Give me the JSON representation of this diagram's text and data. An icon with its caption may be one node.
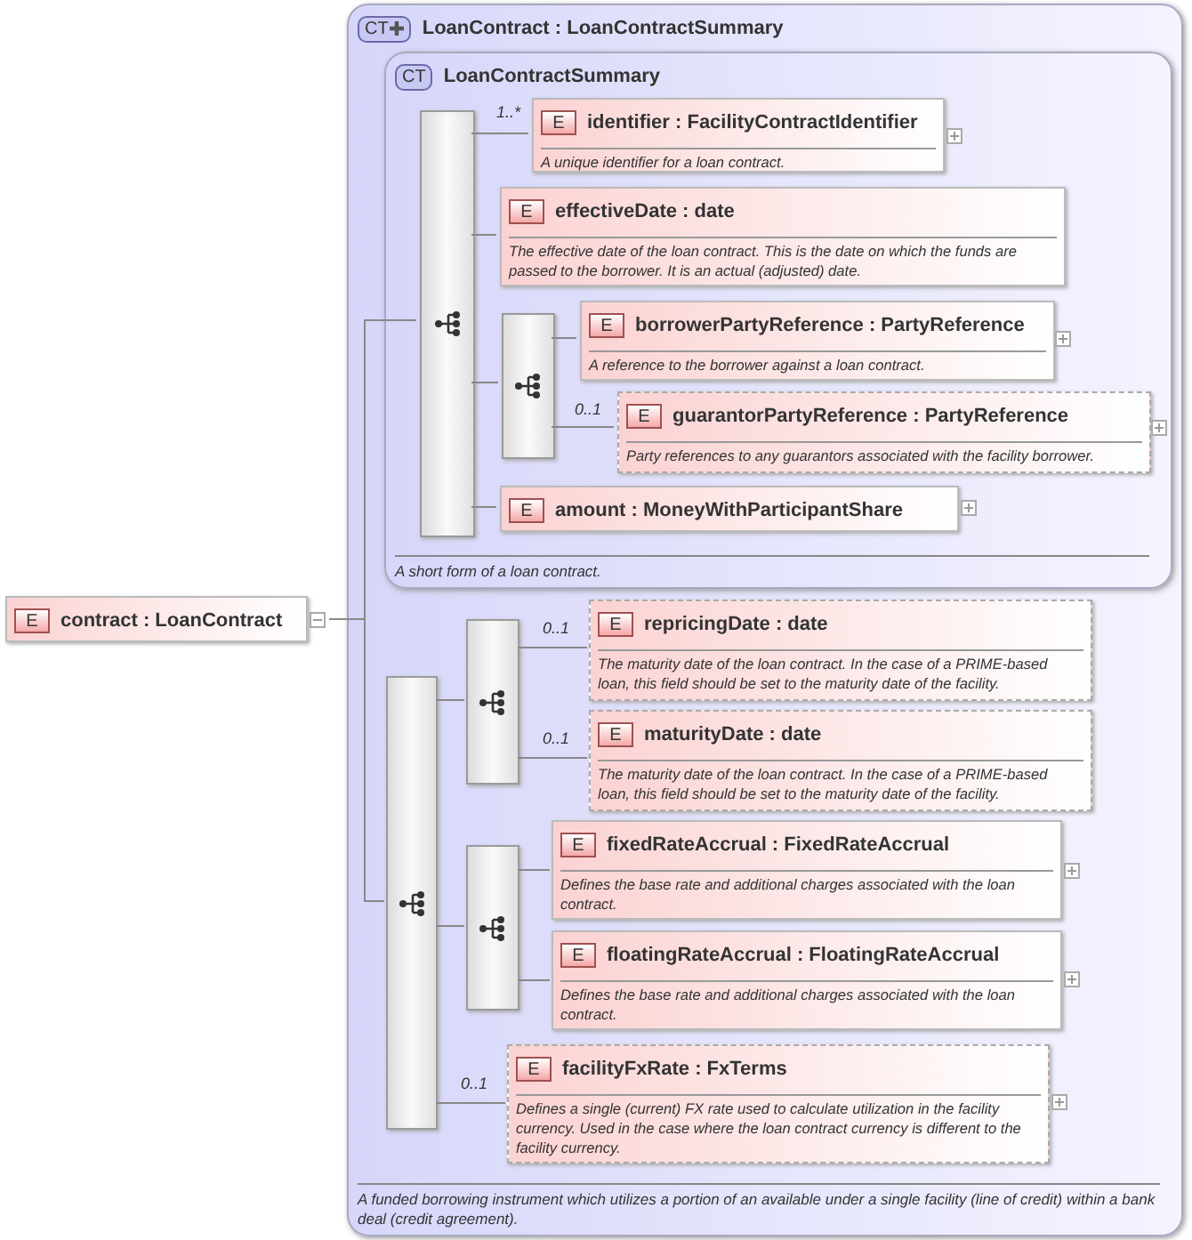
{
  "diagram": {
    "nodes": [
      {
        "text": [
          "E",
          "contract : LoanContract"
        ]
      },
      {
        "text": [
          "CT",
          "LoanContract : LoanContractSummary",
          "A funded borrowing instrument which utilizes a portion of an available under a single facility (line of credit) within a bank deal (credit agreement)."
        ]
      },
      {
        "text": [
          "CT",
          "LoanContractSummary",
          "A short form of a loan contract."
        ],
        "in": 1
      },
      {
        "text": [],
        "shape": "bar",
        "in": 2
      },
      {
        "text": [
          "E",
          "identifier : FacilityContractIdentifier",
          "A unique identifier for a loan contract."
        ],
        "in": 2,
        "beside": [
          "1..*"
        ]
      },
      {
        "text": [
          "E",
          "effectiveDate : date",
          "The effective date of the loan contract. This is the date on which the funds are passed to the borrower. It is an actual (adjusted) date."
        ],
        "in": 2
      },
      {
        "text": [],
        "shape": "bar",
        "in": 2
      },
      {
        "text": [
          "E",
          "borrowerPartyReference : PartyReference",
          "A reference to the borrower against a loan contract."
        ],
        "in": 2
      },
      {
        "text": [
          "E",
          "guarantorPartyReference : PartyReference",
          "Party references to any guarantors associated with the facility borrower."
        ],
        "in": 2,
        "beside": [
          "0..1"
        ]
      },
      {
        "text": [
          "E",
          "amount : MoneyWithParticipantShare"
        ],
        "in": 2
      },
      {
        "text": [],
        "shape": "bar",
        "in": 1
      },
      {
        "text": [],
        "shape": "bar",
        "in": 1
      },
      {
        "text": [
          "E",
          "repricingDate : date",
          "The maturity date of the loan contract. In the case of a PRIME-based loan, this field should be set to the maturity date of the facility."
        ],
        "in": 1,
        "beside": [
          "0..1"
        ]
      },
      {
        "text": [
          "E",
          "maturityDate : date",
          "The maturity date of the loan contract. In the case of a PRIME-based loan, this field should be set to the maturity date of the facility."
        ],
        "in": 1,
        "beside": [
          "0..1"
        ]
      },
      {
        "text": [],
        "shape": "bar",
        "in": 1
      },
      {
        "text": [
          "E",
          "fixedRateAccrual : FixedRateAccrual",
          "Defines the base rate and additional charges associated with the loan contract."
        ],
        "in": 1
      },
      {
        "text": [
          "E",
          "floatingRateAccrual : FloatingRateAccrual",
          "Defines the base rate and additional charges associated with the loan contract."
        ],
        "in": 1
      },
      {
        "text": [
          "E",
          "facilityFxRate : FxTerms",
          "Defines a single (current) FX rate used to calculate utilization in the facility currency. Used in the case where the loan contract currency is different to the facility currency."
        ],
        "in": 1,
        "beside": [
          "0..1"
        ]
      }
    ],
    "edges": [
      {
        "from": 0,
        "to": 3,
        "arrow": "none"
      },
      {
        "from": 0,
        "to": 10,
        "arrow": "none"
      },
      {
        "from": 3,
        "to": 4,
        "arrow": "none"
      },
      {
        "from": 3,
        "to": 5,
        "arrow": "none"
      },
      {
        "from": 3,
        "to": 6,
        "arrow": "none"
      },
      {
        "from": 3,
        "to": 9,
        "arrow": "none"
      },
      {
        "from": 6,
        "to": 7,
        "arrow": "none"
      },
      {
        "from": 6,
        "to": 8,
        "arrow": "none"
      },
      {
        "from": 10,
        "to": 11,
        "arrow": "none"
      },
      {
        "from": 10,
        "to": 14,
        "arrow": "none"
      },
      {
        "from": 10,
        "to": 17,
        "arrow": "none"
      },
      {
        "from": 11,
        "to": 12,
        "arrow": "none"
      },
      {
        "from": 11,
        "to": 13,
        "arrow": "none"
      },
      {
        "from": 14,
        "to": 15,
        "arrow": "none"
      },
      {
        "from": 14,
        "to": 16,
        "arrow": "none"
      }
    ]
  }
}
